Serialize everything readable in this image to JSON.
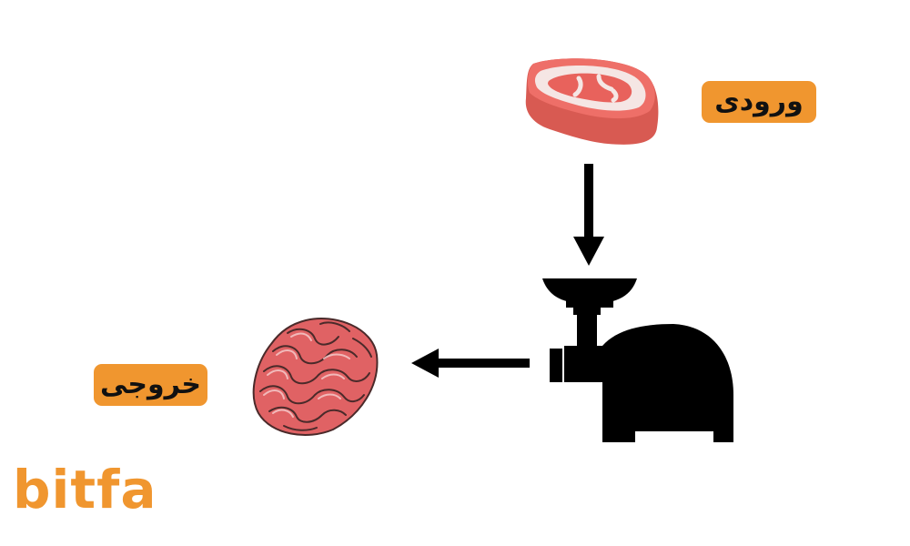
{
  "diagram": {
    "input_label": "ورودی",
    "output_label": "خروجی",
    "badge_color": "#f0962f",
    "meat_color": "#e0605a",
    "machine_color": "#000000",
    "arrow_color": "#000000"
  },
  "logo": {
    "text": "bitfa",
    "color": "#f0962f"
  }
}
